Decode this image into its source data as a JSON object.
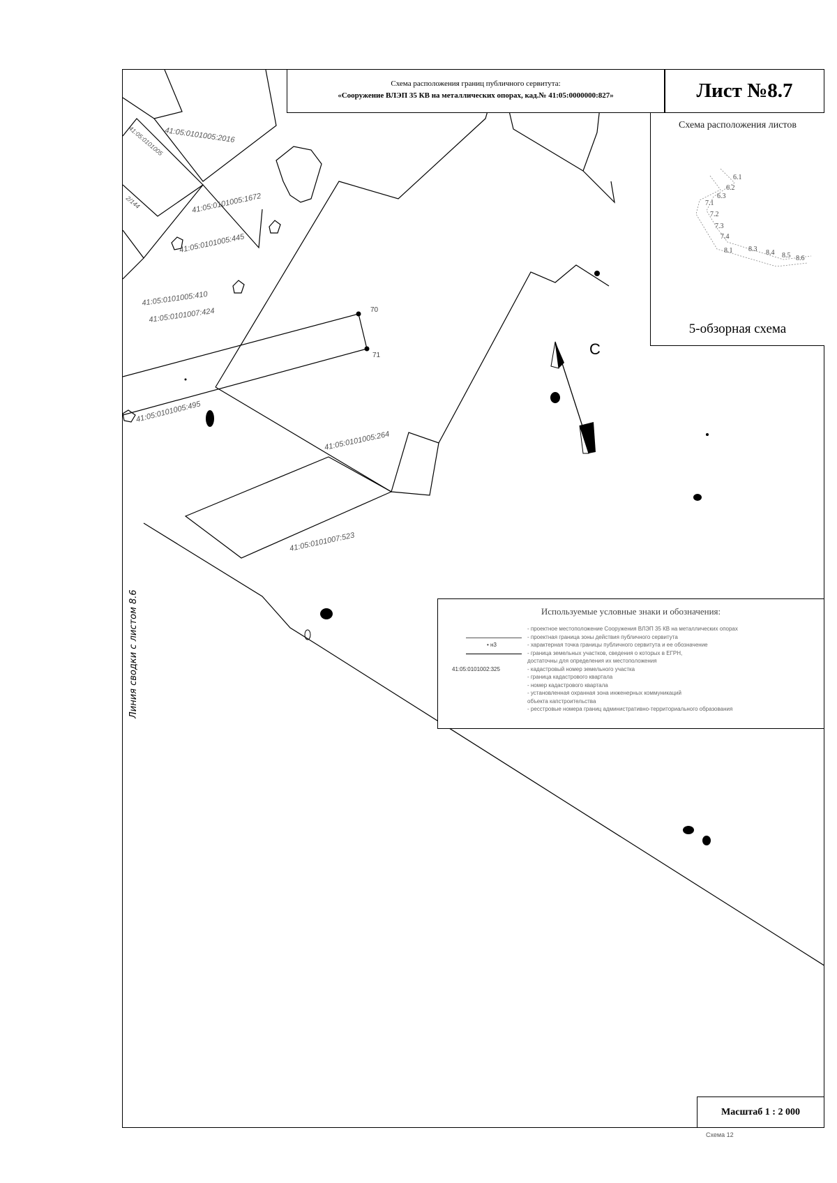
{
  "title": {
    "line1": "Схема расположения границ публичного сервитута:",
    "line2": "«Сооружение ВЛЭП 35 КВ на металлических опорах, кад.№ 41:05:0000000:827»"
  },
  "sheet": {
    "label": "Лист №8.7"
  },
  "overview": {
    "title": "Схема расположения листов",
    "caption": "5-обзорная схема",
    "sheets": [
      "6.1",
      "6.2",
      "6.3",
      "7.1",
      "7.2",
      "7.3",
      "7.4",
      "8.1",
      "8.3",
      "8.4",
      "8.5",
      "8.6"
    ]
  },
  "parcels": {
    "p2016": "41:05:0101005:2016",
    "p1672": "41:05:0101005:1672",
    "p445": "41:05:0101005:445",
    "p410": "41:05:0101005:410",
    "p424": "41:05:0101007:424",
    "p264": "41:05:0101005:264",
    "p495": "41:05:0101005:495",
    "p523": "41:05:0101007:523",
    "left_top": "41:05:0101005",
    "left_small": "2/144"
  },
  "points": {
    "p70": "70",
    "p71": "71"
  },
  "north": {
    "label": "С"
  },
  "side_label": "Линия сводки с листом 8.6",
  "legend": {
    "title": "Используемые условные знаки и обозначения:",
    "rows": [
      {
        "text": "- проектное местоположение Сооружения ВЛЭП 35 КВ на металлических опорах"
      },
      {
        "text": "- проектная граница зоны действия публичного сервитута"
      },
      {
        "text": "- характерная точка границы публичного сервитута и ее обозначение",
        "symbol_label": "• н3"
      },
      {
        "text": "- граница земельных участков, сведения о которых в ЕГРН,"
      },
      {
        "text": "  достаточны для определения их местоположения"
      },
      {
        "text": "- кадастровый номер земельного участка",
        "symbol_label": "41:05:0101002:325"
      },
      {
        "text": "- граница кадастрового квартала"
      },
      {
        "text": "- номер кадастрового квартала"
      },
      {
        "text": "- установленная охранная зона инженерных коммуникаций"
      },
      {
        "text": "  объекта капстроительства"
      },
      {
        "text": "- ресстровые номера границ административно-территориального образования"
      }
    ]
  },
  "scale": {
    "label": "Масштаб 1 : 2 000"
  },
  "bottom_note": "Схема 12"
}
